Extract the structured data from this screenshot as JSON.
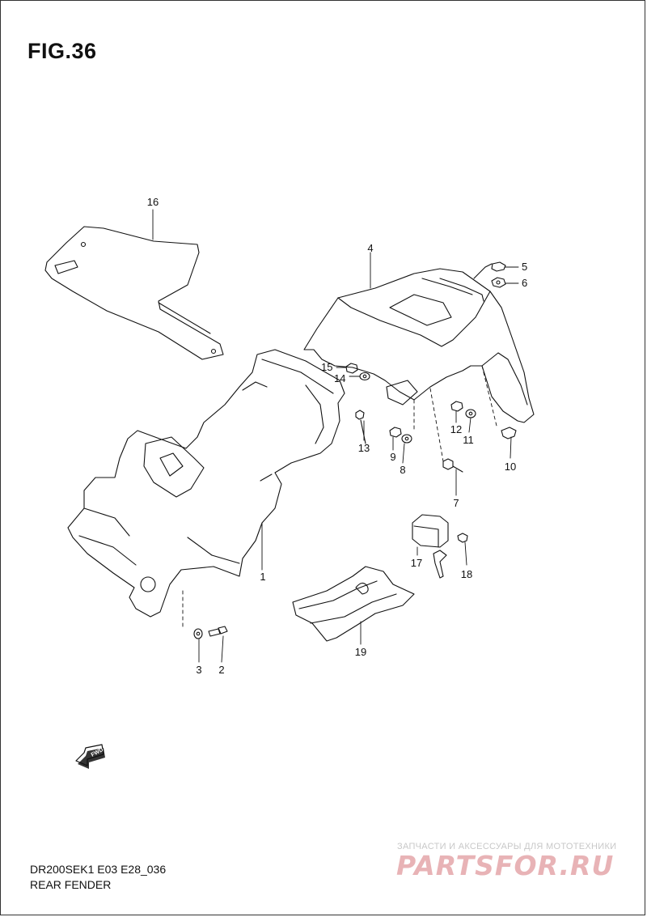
{
  "figure": {
    "title": "FIG.36"
  },
  "callouts": {
    "p1": "1",
    "p2": "2",
    "p3": "3",
    "p4": "4",
    "p5": "5",
    "p6": "6",
    "p7": "7",
    "p8": "8",
    "p9": "9",
    "p10": "10",
    "p11": "11",
    "p12": "12",
    "p13": "13",
    "p14": "14",
    "p15": "15",
    "p16": "16",
    "p17": "17",
    "p18": "18",
    "p19": "19"
  },
  "fwd_arrow": {
    "label": "FWD"
  },
  "footer": {
    "model_code": "DR200SEK1 E03 E28_036",
    "part_group": "REAR FENDER"
  },
  "watermark": {
    "tagline": "ЗАПЧАСТИ И АКСЕССУАРЫ ДЛЯ МОТОТЕХНИКИ",
    "logo": "PARTSFOR.RU"
  }
}
